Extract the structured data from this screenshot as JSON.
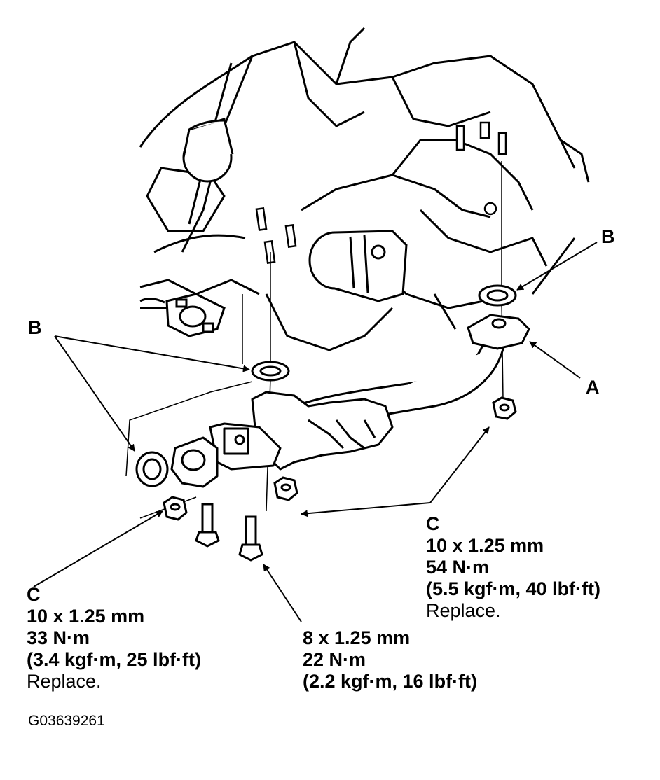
{
  "callouts": {
    "b_left": "B",
    "b_right": "B",
    "a": "A",
    "c_right": "C",
    "c_left": "C"
  },
  "specs": {
    "right_nut": {
      "size": "10 x 1.25 mm",
      "torque": "54 N·m",
      "alt": "(5.5 kgf·m, 40 lbf·ft)",
      "note": "Replace."
    },
    "left_nut": {
      "size": "10 x 1.25 mm",
      "torque": "33 N·m",
      "alt": "(3.4 kgf·m, 25 lbf·ft)",
      "note": "Replace."
    },
    "bolt": {
      "size": "8 x 1.25 mm",
      "torque": "22 N·m",
      "alt": "(2.2 kgf·m, 16 lbf·ft)"
    }
  },
  "figure_id": "G03639261"
}
